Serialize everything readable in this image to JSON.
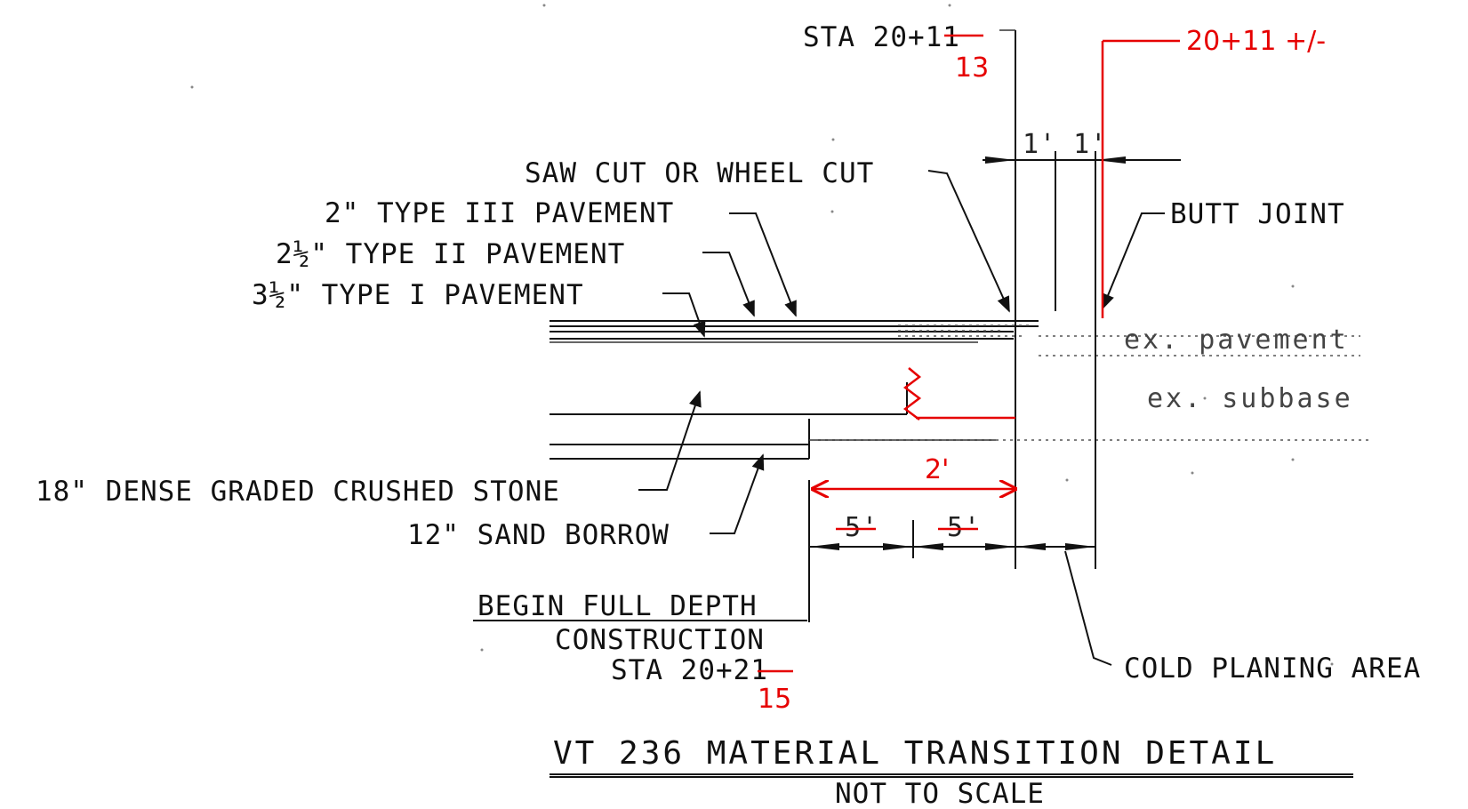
{
  "labels": {
    "sta_top": "STA 20+11",
    "saw_cut": "SAW CUT OR WHEEL CUT",
    "type3": "2\" TYPE III PAVEMENT",
    "type2": "2½\" TYPE II PAVEMENT",
    "type1": "3½\" TYPE I PAVEMENT",
    "butt_joint": "BUTT JOINT",
    "ex_pavement": "ex. pavement",
    "ex_subbase": "ex. subbase",
    "crushed_stone": "18\" DENSE GRADED CRUSHED STONE",
    "sand_borrow": "12\" SAND BORROW",
    "begin_full_depth": "BEGIN FULL DEPTH",
    "construction": "CONSTRUCTION",
    "sta_bottom": "STA 20+21",
    "cold_planing": "COLD PLANING AREA",
    "dim_top": "1' 1'",
    "dim_left": "5'",
    "dim_mid": "5'"
  },
  "markups": {
    "sta_top_correction": "13",
    "station_note": "20+11 +/-",
    "dim_2ft": "2'",
    "sta_bottom_correction": "15"
  },
  "title": {
    "main": "VT 236 MATERIAL TRANSITION DETAIL",
    "sub": "NOT TO SCALE"
  },
  "colors": {
    "linework": "#111111",
    "markup": "#e60000"
  }
}
